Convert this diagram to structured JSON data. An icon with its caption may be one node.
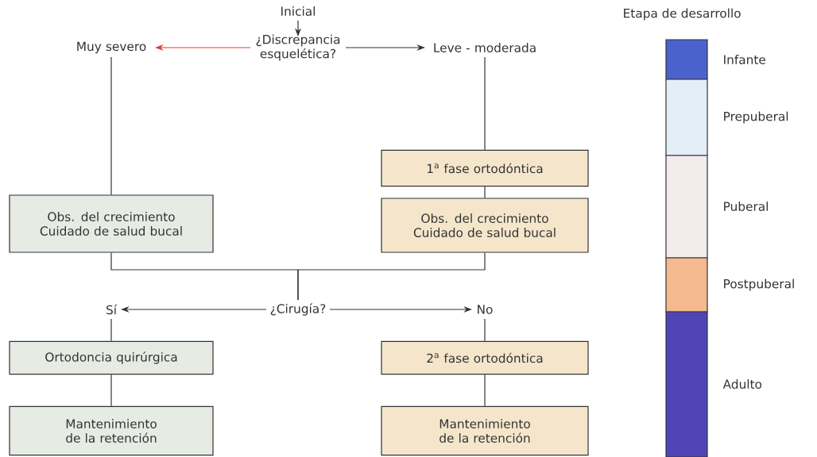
{
  "diagram": {
    "nodes": [
      {
        "text": [
          "Inicial"
        ]
      },
      {
        "text": [
          "¿Discrepancia esquelética?"
        ]
      },
      {
        "text": [
          "Muy severo"
        ]
      },
      {
        "text": [
          "Leve - moderada"
        ]
      },
      {
        "text": [
          "1$^{a}$ fase ortodóntica"
        ]
      },
      {
        "text": [
          "Obs. del crecimiento Cuidado de salud bucal"
        ]
      },
      {
        "text": [
          "Obs. del crecimiento Cuidado de salud bucal"
        ]
      },
      {
        "text": [
          "¿Cirugía?"
        ]
      },
      {
        "text": [
          "Sí"
        ]
      },
      {
        "text": [
          "No"
        ]
      },
      {
        "text": [
          "Ortodoncia quirúrgica"
        ]
      },
      {
        "text": [
          "2$^{a}$ fase ortodóntica"
        ]
      },
      {
        "text": [
          "Mantenimiento de la retención"
        ]
      },
      {
        "text": [
          "Mantenimiento de la retención"
        ]
      }
    ],
    "edges": [
      {
        "from": 0,
        "to": 1,
        "arrow": "to"
      },
      {
        "from": 1,
        "to": 2,
        "arrow": "to",
        "color": "#e03a2c"
      },
      {
        "from": 1,
        "to": 3,
        "arrow": "to"
      },
      {
        "from": 2,
        "to": 5,
        "arrow": "none"
      },
      {
        "from": 3,
        "to": 4,
        "arrow": "none"
      },
      {
        "from": 4,
        "to": 6,
        "arrow": "none"
      },
      {
        "from": 5,
        "to": 7,
        "arrow": "none"
      },
      {
        "from": 6,
        "to": 7,
        "arrow": "none"
      },
      {
        "from": 7,
        "to": 8,
        "arrow": "to"
      },
      {
        "from": 7,
        "to": 9,
        "arrow": "to"
      },
      {
        "from": 8,
        "to": 10,
        "arrow": "none"
      },
      {
        "from": 10,
        "to": 12,
        "arrow": "none"
      },
      {
        "from": 9,
        "to": 11,
        "arrow": "none"
      },
      {
        "from": 11,
        "to": 13,
        "arrow": "none"
      }
    ],
    "labels": [
      "Etapa de desarrollo"
    ],
    "legend": [
      {
        "text": "Infante",
        "color": "#4a63cc"
      },
      {
        "text": "Prepuberal",
        "color": "#e4eef7"
      },
      {
        "text": "Puberal",
        "color": "#f3ecec"
      },
      {
        "text": "Postpuberal",
        "color": "#f4b98e"
      },
      {
        "text": "Adulto",
        "color": "#4f44b8"
      }
    ]
  }
}
